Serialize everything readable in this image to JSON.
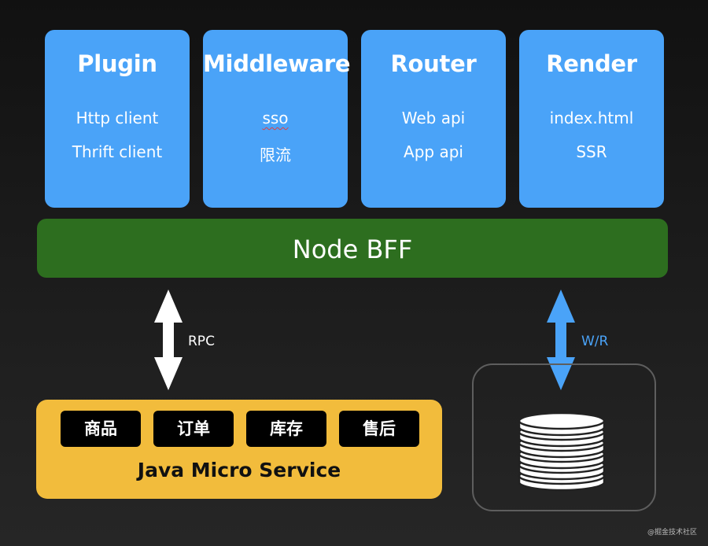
{
  "layers": [
    {
      "title": "Plugin",
      "lines": [
        "Http client",
        "Thrift client"
      ]
    },
    {
      "title": "Middleware",
      "lines": [
        "sso",
        "限流"
      ]
    },
    {
      "title": "Router",
      "lines": [
        "Web api",
        "App api"
      ]
    },
    {
      "title": "Render",
      "lines": [
        "index.html",
        "SSR"
      ]
    }
  ],
  "bff": {
    "label": "Node BFF"
  },
  "links": {
    "rpc": "RPC",
    "wr": "W/R"
  },
  "java": {
    "services": [
      "商品",
      "订单",
      "库存",
      "售后"
    ],
    "label": "Java Micro Service"
  },
  "watermark": "@掘金技术社区",
  "colors": {
    "card": "#4aa3f8",
    "bff": "#2d6e1f",
    "java": "#f2bc3c",
    "rpc_arrow": "#ffffff",
    "wr_arrow": "#4aa3f8"
  }
}
